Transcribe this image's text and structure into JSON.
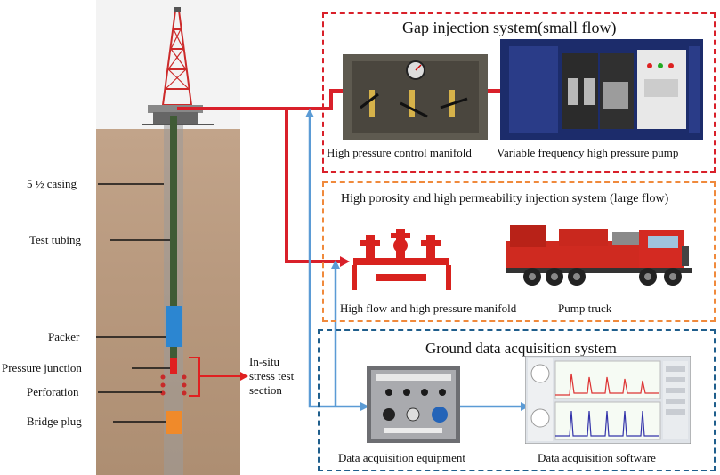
{
  "well_labels": {
    "casing": "5 ½ casing",
    "tubing": "Test tubing",
    "packer": "Packer",
    "pressure_junction": "Pressure junction",
    "perforation": "Perforation",
    "bridge_plug": "Bridge plug",
    "test_section": "In-situ\nstress test\nsection"
  },
  "systems": {
    "gap": {
      "title": "Gap injection system(small flow)",
      "color": "#d9202a",
      "items": [
        "High pressure control manifold",
        "Variable frequency high pressure pump"
      ]
    },
    "porosity": {
      "title": "High porosity and high permeability injection system (large flow)",
      "color": "#f08a3c",
      "items": [
        "High flow and high pressure manifold",
        "Pump truck"
      ]
    },
    "acquisition": {
      "title": "Ground data acquisition system",
      "color": "#1f5e8c",
      "items": [
        "Data acquisition equipment",
        "Data acquisition software"
      ]
    }
  },
  "colors": {
    "flow_line": "#d9202a",
    "data_line": "#5b9bd5",
    "soil": "#b89a80"
  }
}
